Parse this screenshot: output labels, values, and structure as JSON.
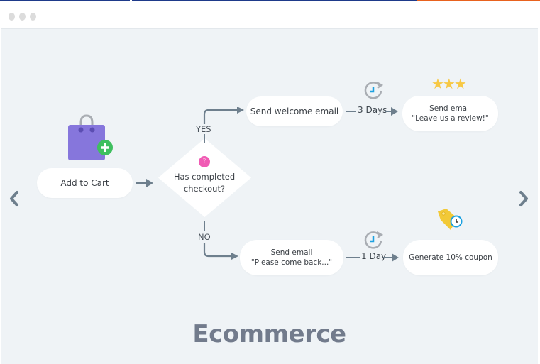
{
  "window": {
    "controls": [
      "dot",
      "dot",
      "dot"
    ]
  },
  "colors": {
    "background": "#eff3f6",
    "connector": "#6e7f8d",
    "heading": "#727b8c",
    "bag": "#8676dc",
    "plus_badge": "#3fbf5f",
    "question_badge": "#f05bb4",
    "star": "#f7c844",
    "tag": "#f2c937",
    "clock_accent": "#1da1e0"
  },
  "nav": {
    "prev_icon": "chevron-left-icon",
    "next_icon": "chevron-right-icon"
  },
  "diagram": {
    "trigger": {
      "icon": "shopping-bag-add-icon",
      "label": "Add to Cart"
    },
    "decision": {
      "icon": "question-icon",
      "line1": "Has completed",
      "line2": "checkout?",
      "yes_label": "YES",
      "no_label": "NO"
    },
    "yes_branch": {
      "step1": {
        "label": "Send welcome email"
      },
      "delay": {
        "icon": "clock-refresh-icon",
        "label": "3 Days"
      },
      "step2": {
        "icon": "three-stars-icon",
        "line1": "Send email",
        "line2": "\"Leave us a review!\""
      }
    },
    "no_branch": {
      "step1": {
        "line1": "Send email",
        "line2": "\"Please come back...\""
      },
      "delay": {
        "icon": "clock-refresh-icon",
        "label": "1 Day"
      },
      "step2": {
        "icon": "price-tag-clock-icon",
        "label": "Generate 10% coupon"
      }
    }
  },
  "title": "Ecommerce"
}
